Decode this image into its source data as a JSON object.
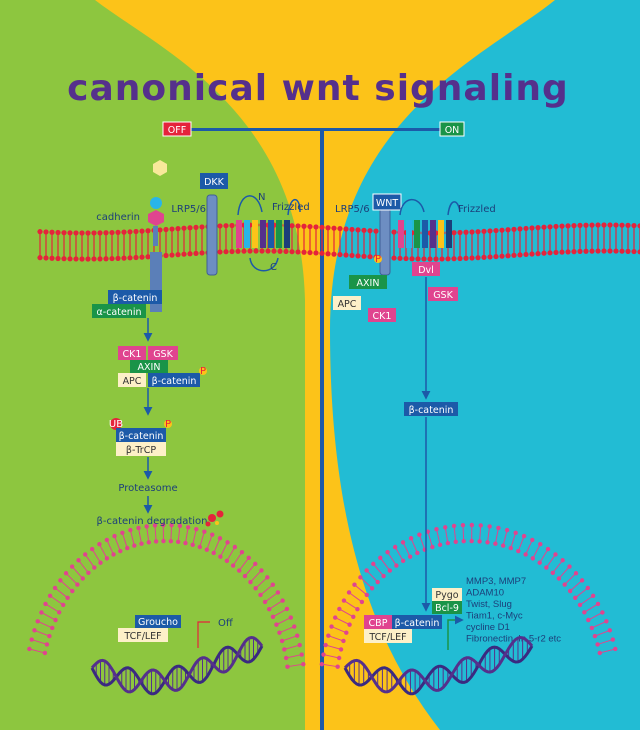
{
  "title": "canonical wnt signaling",
  "colors": {
    "off_bg": "#8dc63f",
    "on_bg": "#22bcd4",
    "center_bg": "#fcc319",
    "title": "#55308c",
    "membrane": "#e5233b",
    "nucleus": "#e0448f",
    "arrow": "#1c5aa8"
  },
  "switches": {
    "off": "OFF",
    "on": "ON"
  },
  "off_state": {
    "cadherin": "cadherin",
    "lrp": "LRP5/6",
    "dkk": "DKK",
    "n_term": "N",
    "c_term": "C",
    "frizzled": "Frizzled",
    "beta_catenin_1": "β-catenin",
    "alpha_catenin": "α-catenin",
    "ck1": "CK1",
    "gsk": "GSK",
    "axin": "AXIN",
    "apc": "APC",
    "beta_catenin_2": "β-catenin",
    "p1": "P",
    "ub": "UB",
    "p2": "P",
    "beta_catenin_3": "β-catenin",
    "btrcp": "β-TrCP",
    "proteasome": "Proteasome",
    "degradation": "β-catenin degradation",
    "groucho": "Groucho",
    "tcf": "TCF/LEF",
    "off_label": "Off"
  },
  "on_state": {
    "lrp": "LRP5/6",
    "wnt": "WNT",
    "frizzled": "Frizzled",
    "p": "P",
    "axin": "AXIN",
    "dvl": "Dvl",
    "gsk": "GSK",
    "apc": "APC",
    "ck1": "CK1",
    "beta_catenin": "β-catenin",
    "pygo": "Pygo",
    "bcl9": "Bcl-9",
    "cbp": "CBP",
    "beta_catenin_nuc": "β-catenin",
    "tcf": "TCF/LEF",
    "target_genes": [
      "MMP3, MMP7",
      "ADAM10",
      "Twist, Slug",
      "Tiam1, c-Myc",
      "cycline D1",
      "Fibronectin, In 5-r2 etc"
    ]
  }
}
